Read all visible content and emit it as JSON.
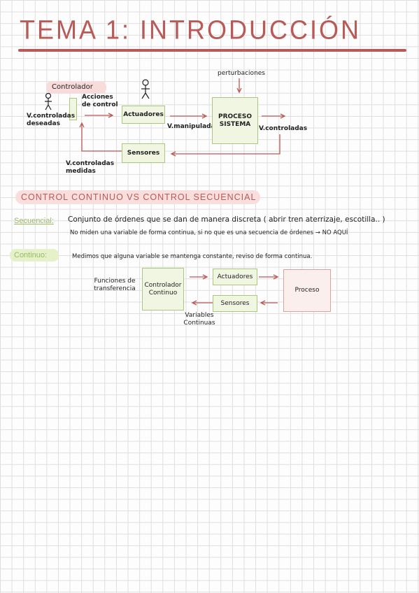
{
  "title": "TEMA 1: INTRODUCCIÓN",
  "diagram1": {
    "controlador": "Controlador",
    "acciones": "Acciones de control",
    "vcontroladas_deseadas": "V.controladas deseadas",
    "actuadores": "Actuadores",
    "v_manipuladas": "V.manipuladas",
    "perturbaciones": "perturbaciones",
    "proceso_sistema": "PROCESO SISTEMA",
    "v_controladas": "V.controladas",
    "sensores": "Sensores",
    "v_controladas_medidas": "V.controladas medidas"
  },
  "section": {
    "heading": "CONTROL CONTINUO VS CONTROL SECUENCIAL"
  },
  "secuencial": {
    "term": "Secuencial:",
    "line1": "Conjunto de órdenes que se dan de manera discreta ( abrir tren aterrizaje, escotilla.. )",
    "line2": "No miden una variable de forma continua, si no que es una secuencia de órdenes → NO AQUÍ"
  },
  "continuo": {
    "term": "Continuo:",
    "line1": "Medimos que alguna variable se mantenga constante, reviso de forma continua."
  },
  "diagram2": {
    "funciones": "Funciones de transferencia",
    "controlador": "Controlador Continuo",
    "actuadores": "Actuadores",
    "sensores": "Sensores",
    "proceso": "Proceso",
    "variables": "Variables Continuas"
  },
  "colors": {
    "accent_red": "#b85a58",
    "green_border": "#a9c87e",
    "green_fill": "#f0f6e2",
    "pink_border": "#dba19f",
    "pink_fill": "#fbefee"
  }
}
